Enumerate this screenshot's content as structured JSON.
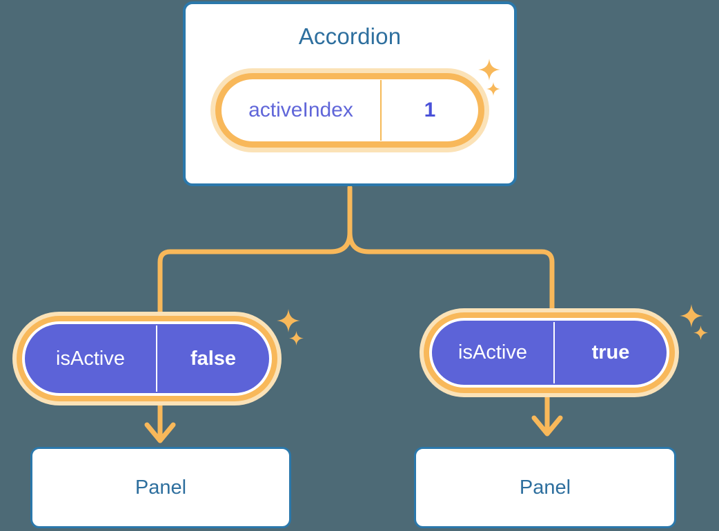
{
  "background_color": "#4d6a76",
  "theme": {
    "card_border": "#2b78ab",
    "title_text": "#2e6f9e",
    "pill_ring": "#f8b85a",
    "pill_halo": "#fbe2b7",
    "pill_fill_purple": "#5c63d8",
    "prop_key_blue": "#6066d9",
    "prop_value_blue": "#4a51d8",
    "connector": "#f8b85a"
  },
  "diagram": {
    "type": "component-tree",
    "root": {
      "name": "accordion-card",
      "title": "Accordion",
      "prop": {
        "key": "activeIndex",
        "value": "1",
        "style": "white"
      }
    },
    "children": [
      {
        "name": "branch-left",
        "prop": {
          "key": "isActive",
          "value": "false",
          "style": "purple"
        },
        "panel": {
          "label": "Panel"
        }
      },
      {
        "name": "branch-right",
        "prop": {
          "key": "isActive",
          "value": "true",
          "style": "purple"
        },
        "panel": {
          "label": "Panel"
        }
      }
    ],
    "icons": [
      "sparkle-icon",
      "sparkle-icon",
      "sparkle-icon",
      "sparkle-icon",
      "sparkle-icon",
      "sparkle-icon"
    ]
  }
}
